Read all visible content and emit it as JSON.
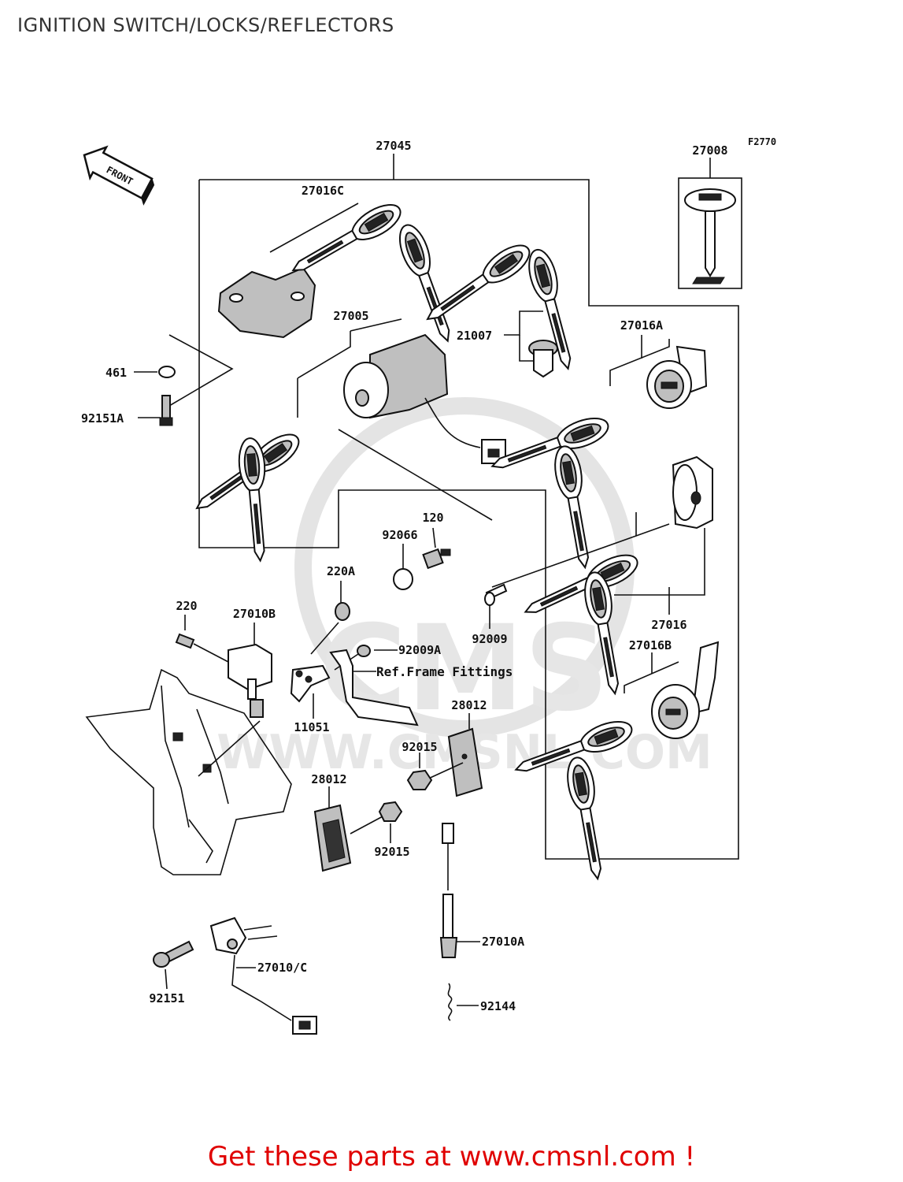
{
  "page": {
    "title": "IGNITION SWITCH/LOCKS/REFLECTORS",
    "figure_code": "F2770",
    "front_label": "FRONT",
    "reference_label": "Ref.Frame Fittings",
    "footer_text": "Get these parts at www.cmsnl.com !"
  },
  "watermark": {
    "brand": "CMS",
    "url": "WWW.CMSNL.COM"
  },
  "parts": [
    {
      "id": "27045",
      "label": "27045"
    },
    {
      "id": "27008",
      "label": "27008"
    },
    {
      "id": "27016C",
      "label": "27016C"
    },
    {
      "id": "27005",
      "label": "27005"
    },
    {
      "id": "21007",
      "label": "21007"
    },
    {
      "id": "27016A",
      "label": "27016A"
    },
    {
      "id": "461",
      "label": "461"
    },
    {
      "id": "92151A",
      "label": "92151A"
    },
    {
      "id": "120",
      "label": "120"
    },
    {
      "id": "92066",
      "label": "92066"
    },
    {
      "id": "220A",
      "label": "220A"
    },
    {
      "id": "220",
      "label": "220"
    },
    {
      "id": "27010B",
      "label": "27010B"
    },
    {
      "id": "92009A",
      "label": "92009A"
    },
    {
      "id": "92009",
      "label": "92009"
    },
    {
      "id": "27016",
      "label": "27016"
    },
    {
      "id": "27016B",
      "label": "27016B"
    },
    {
      "id": "11051",
      "label": "11051"
    },
    {
      "id": "28012a",
      "label": "28012"
    },
    {
      "id": "92015a",
      "label": "92015"
    },
    {
      "id": "28012b",
      "label": "28012"
    },
    {
      "id": "92015b",
      "label": "92015"
    },
    {
      "id": "27010A",
      "label": "27010A"
    },
    {
      "id": "27010C",
      "label": "27010/C"
    },
    {
      "id": "92151",
      "label": "92151"
    },
    {
      "id": "92144",
      "label": "92144"
    }
  ]
}
